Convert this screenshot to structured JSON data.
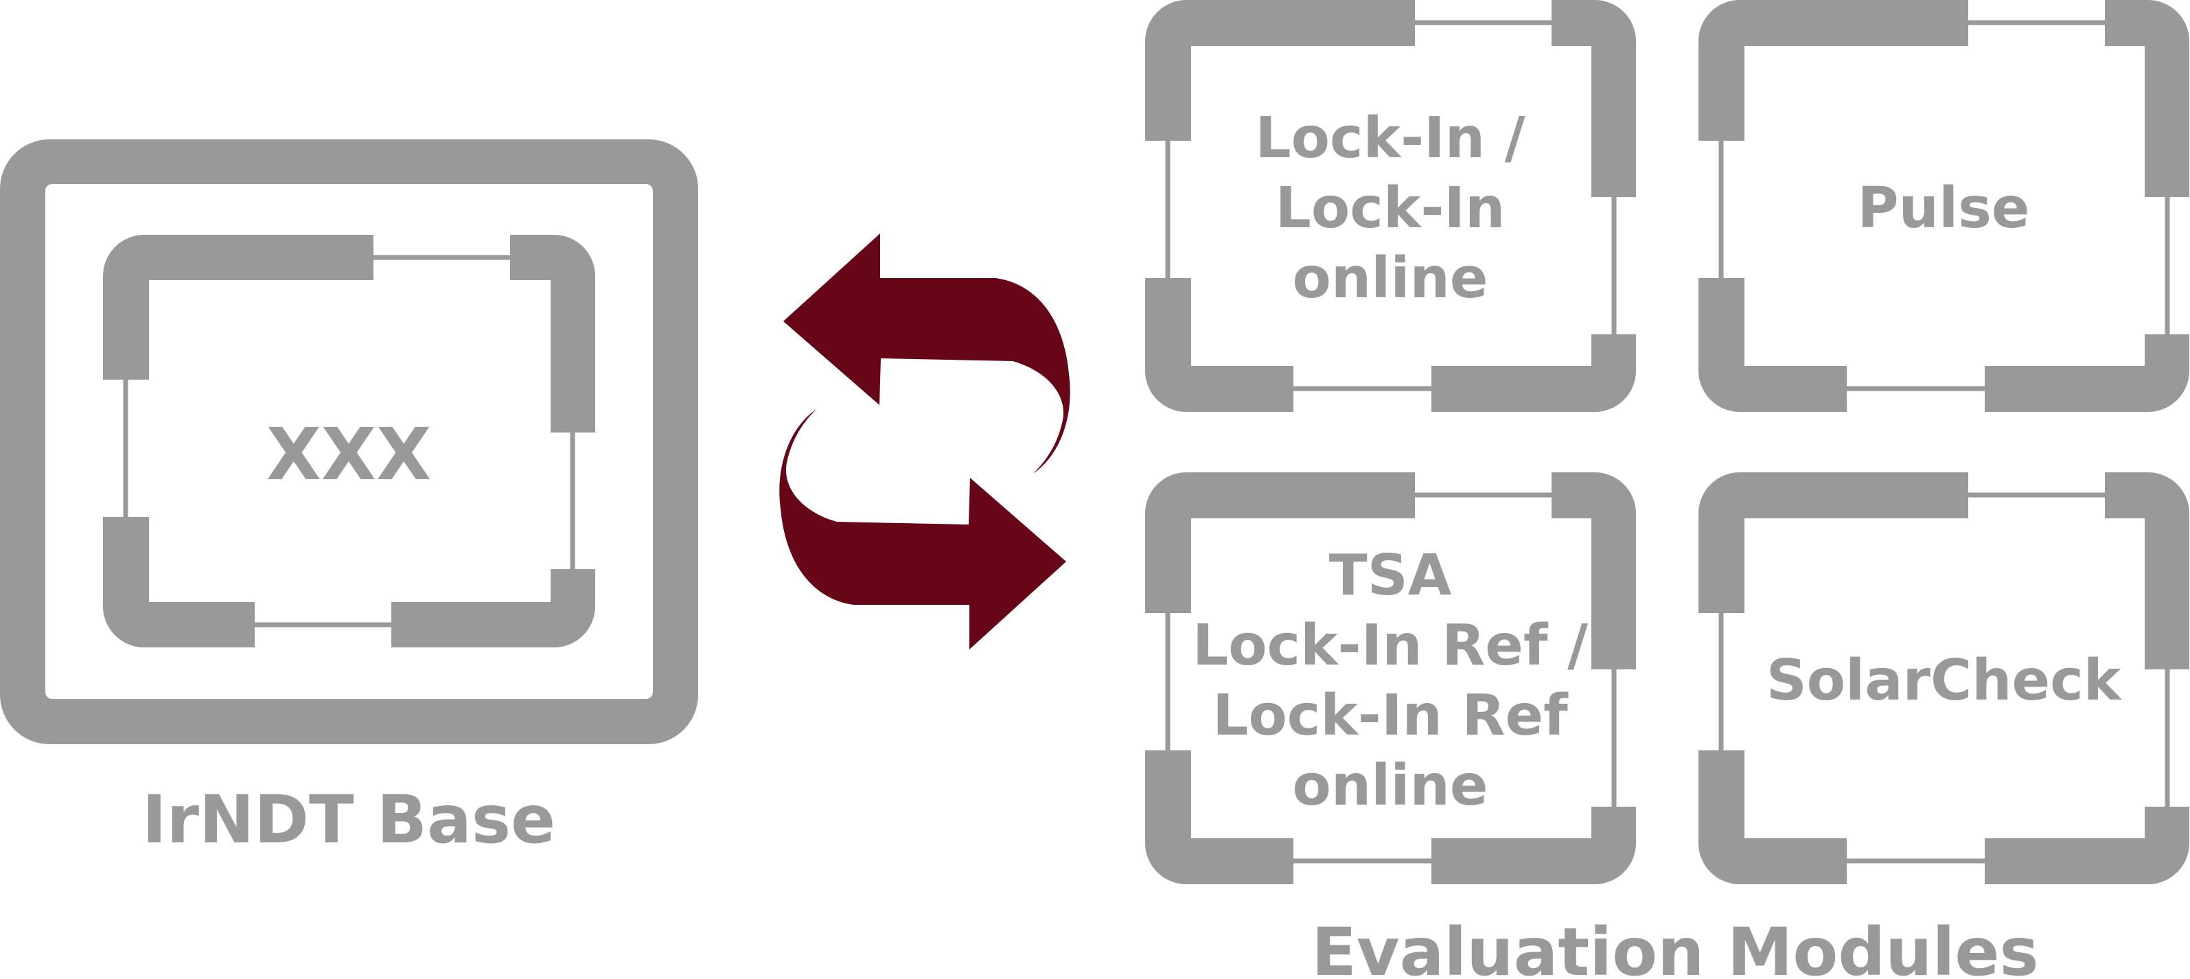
{
  "base": {
    "inner_label": "XXX",
    "caption": "IrNDT Base"
  },
  "modules": {
    "caption": "Evaluation Modules",
    "items": [
      {
        "lines": [
          "Lock-In /",
          "Lock-In",
          "online"
        ]
      },
      {
        "lines": [
          "Pulse"
        ]
      },
      {
        "lines": [
          "TSA",
          "Lock-In Ref /",
          "Lock-In Ref",
          "online"
        ]
      },
      {
        "lines": [
          "SolarCheck"
        ]
      }
    ]
  },
  "colors": {
    "frame": "#999999",
    "arrow": "#670617",
    "background": "#ffffff"
  }
}
